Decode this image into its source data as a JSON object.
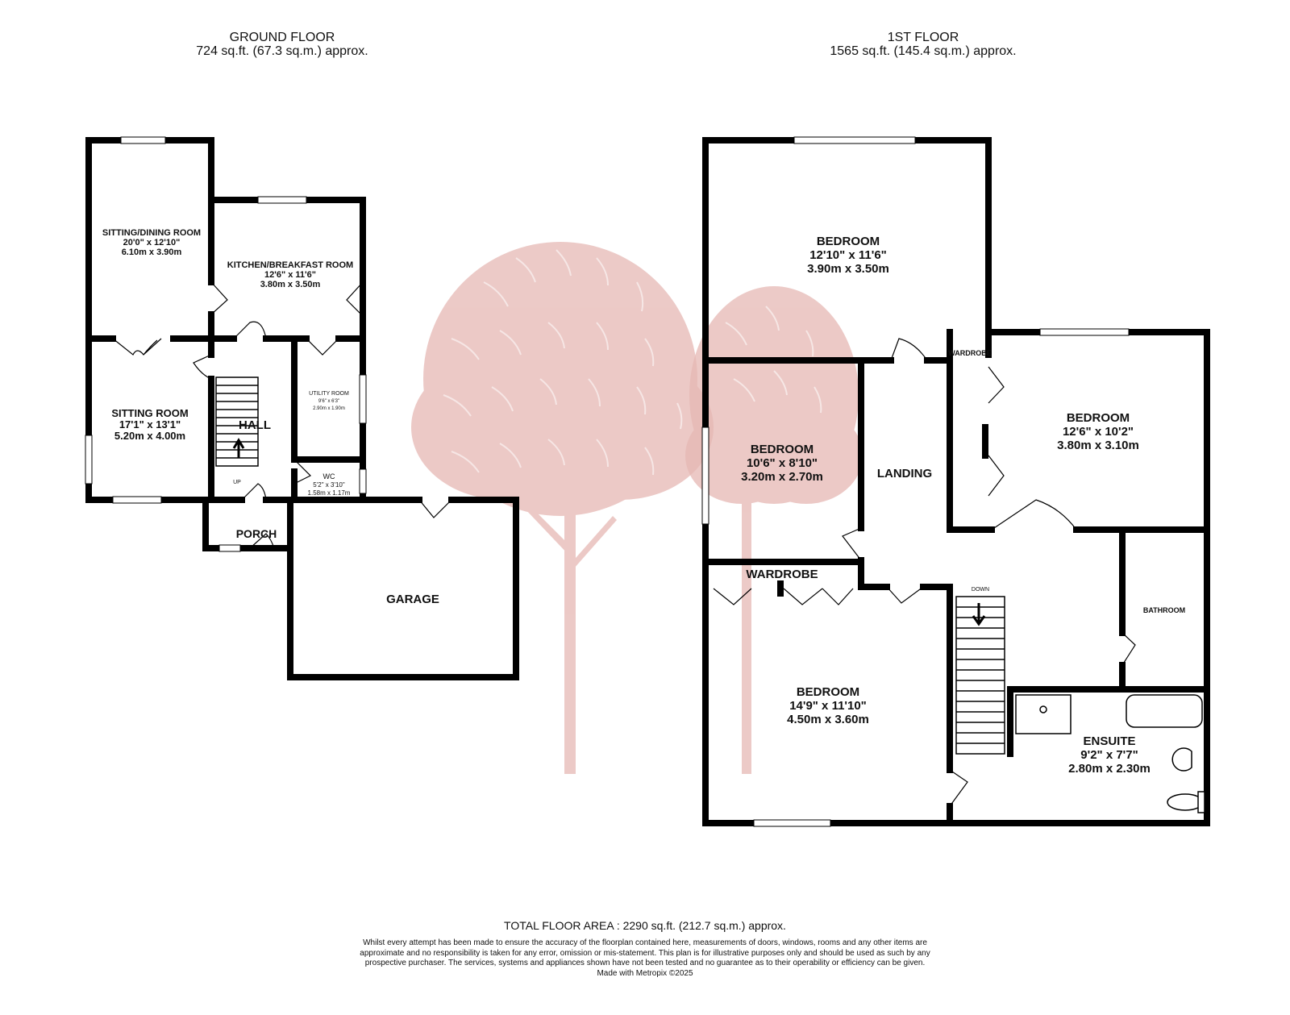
{
  "ground_floor": {
    "title": "GROUND FLOOR",
    "area": "724 sq.ft. (67.3 sq.m.) approx.",
    "rooms": {
      "sitting_dining": {
        "name": "SITTING/DINING ROOM",
        "imperial": "20'0\" x 12'10\"",
        "metric": "6.10m x 3.90m"
      },
      "kitchen": {
        "name": "KITCHEN/BREAKFAST ROOM",
        "imperial": "12'6\" x 11'6\"",
        "metric": "3.80m x 3.50m"
      },
      "sitting": {
        "name": "SITTING ROOM",
        "imperial": "17'1\" x 13'1\"",
        "metric": "5.20m x 4.00m"
      },
      "hall": {
        "name": "HALL"
      },
      "utility": {
        "name": "UTILITY ROOM",
        "imperial": "9'6\" x 6'3\"",
        "metric": "2.90m x 1.90m"
      },
      "wc": {
        "name": "WC",
        "imperial": "5'2\" x 3'10\"",
        "metric": "1.58m x 1.17m"
      },
      "porch": {
        "name": "PORCH"
      },
      "garage": {
        "name": "GARAGE"
      }
    },
    "stairs_label": "UP"
  },
  "first_floor": {
    "title": "1ST FLOOR",
    "area": "1565 sq.ft. (145.4 sq.m.) approx.",
    "rooms": {
      "bedroom_top": {
        "name": "BEDROOM",
        "imperial": "12'10\" x 11'6\"",
        "metric": "3.90m x 3.50m"
      },
      "bedroom_mid": {
        "name": "BEDROOM",
        "imperial": "10'6\" x 8'10\"",
        "metric": "3.20m x 2.70m"
      },
      "bedroom_right": {
        "name": "BEDROOM",
        "imperial": "12'6\" x 10'2\"",
        "metric": "3.80m x 3.10m"
      },
      "bedroom_bottom": {
        "name": "BEDROOM",
        "imperial": "14'9\" x 11'10\"",
        "metric": "4.50m x 3.60m"
      },
      "landing": {
        "name": "LANDING"
      },
      "wardrobe_small": {
        "name": "WARDROBE"
      },
      "wardrobe": {
        "name": "WARDROBE"
      },
      "bathroom": {
        "name": "BATHROOM"
      },
      "ensuite": {
        "name": "ENSUITE",
        "imperial": "9'2\" x 7'7\"",
        "metric": "2.80m x 2.30m"
      }
    },
    "stairs_label": "DOWN"
  },
  "footer": {
    "total_area": "TOTAL FLOOR AREA : 2290 sq.ft. (212.7 sq.m.) approx.",
    "disclaimer": "Whilst every attempt has been made to ensure the accuracy of the floorplan contained here, measurements of doors, windows, rooms and any other items are approximate and no responsibility is taken for any error, omission or mis-statement. This plan is for illustrative purposes only and should be used as such by any prospective purchaser. The services, systems and appliances shown have not been tested and no guarantee as to their operability or efficiency can be given.",
    "credit": "Made with Metropix ©2025"
  },
  "colors": {
    "wall": "#000000",
    "watermark": "#e6b8b4"
  },
  "icons": {
    "watermark": "tree-logo-icon",
    "stairs_arrow": "arrow-icon"
  }
}
